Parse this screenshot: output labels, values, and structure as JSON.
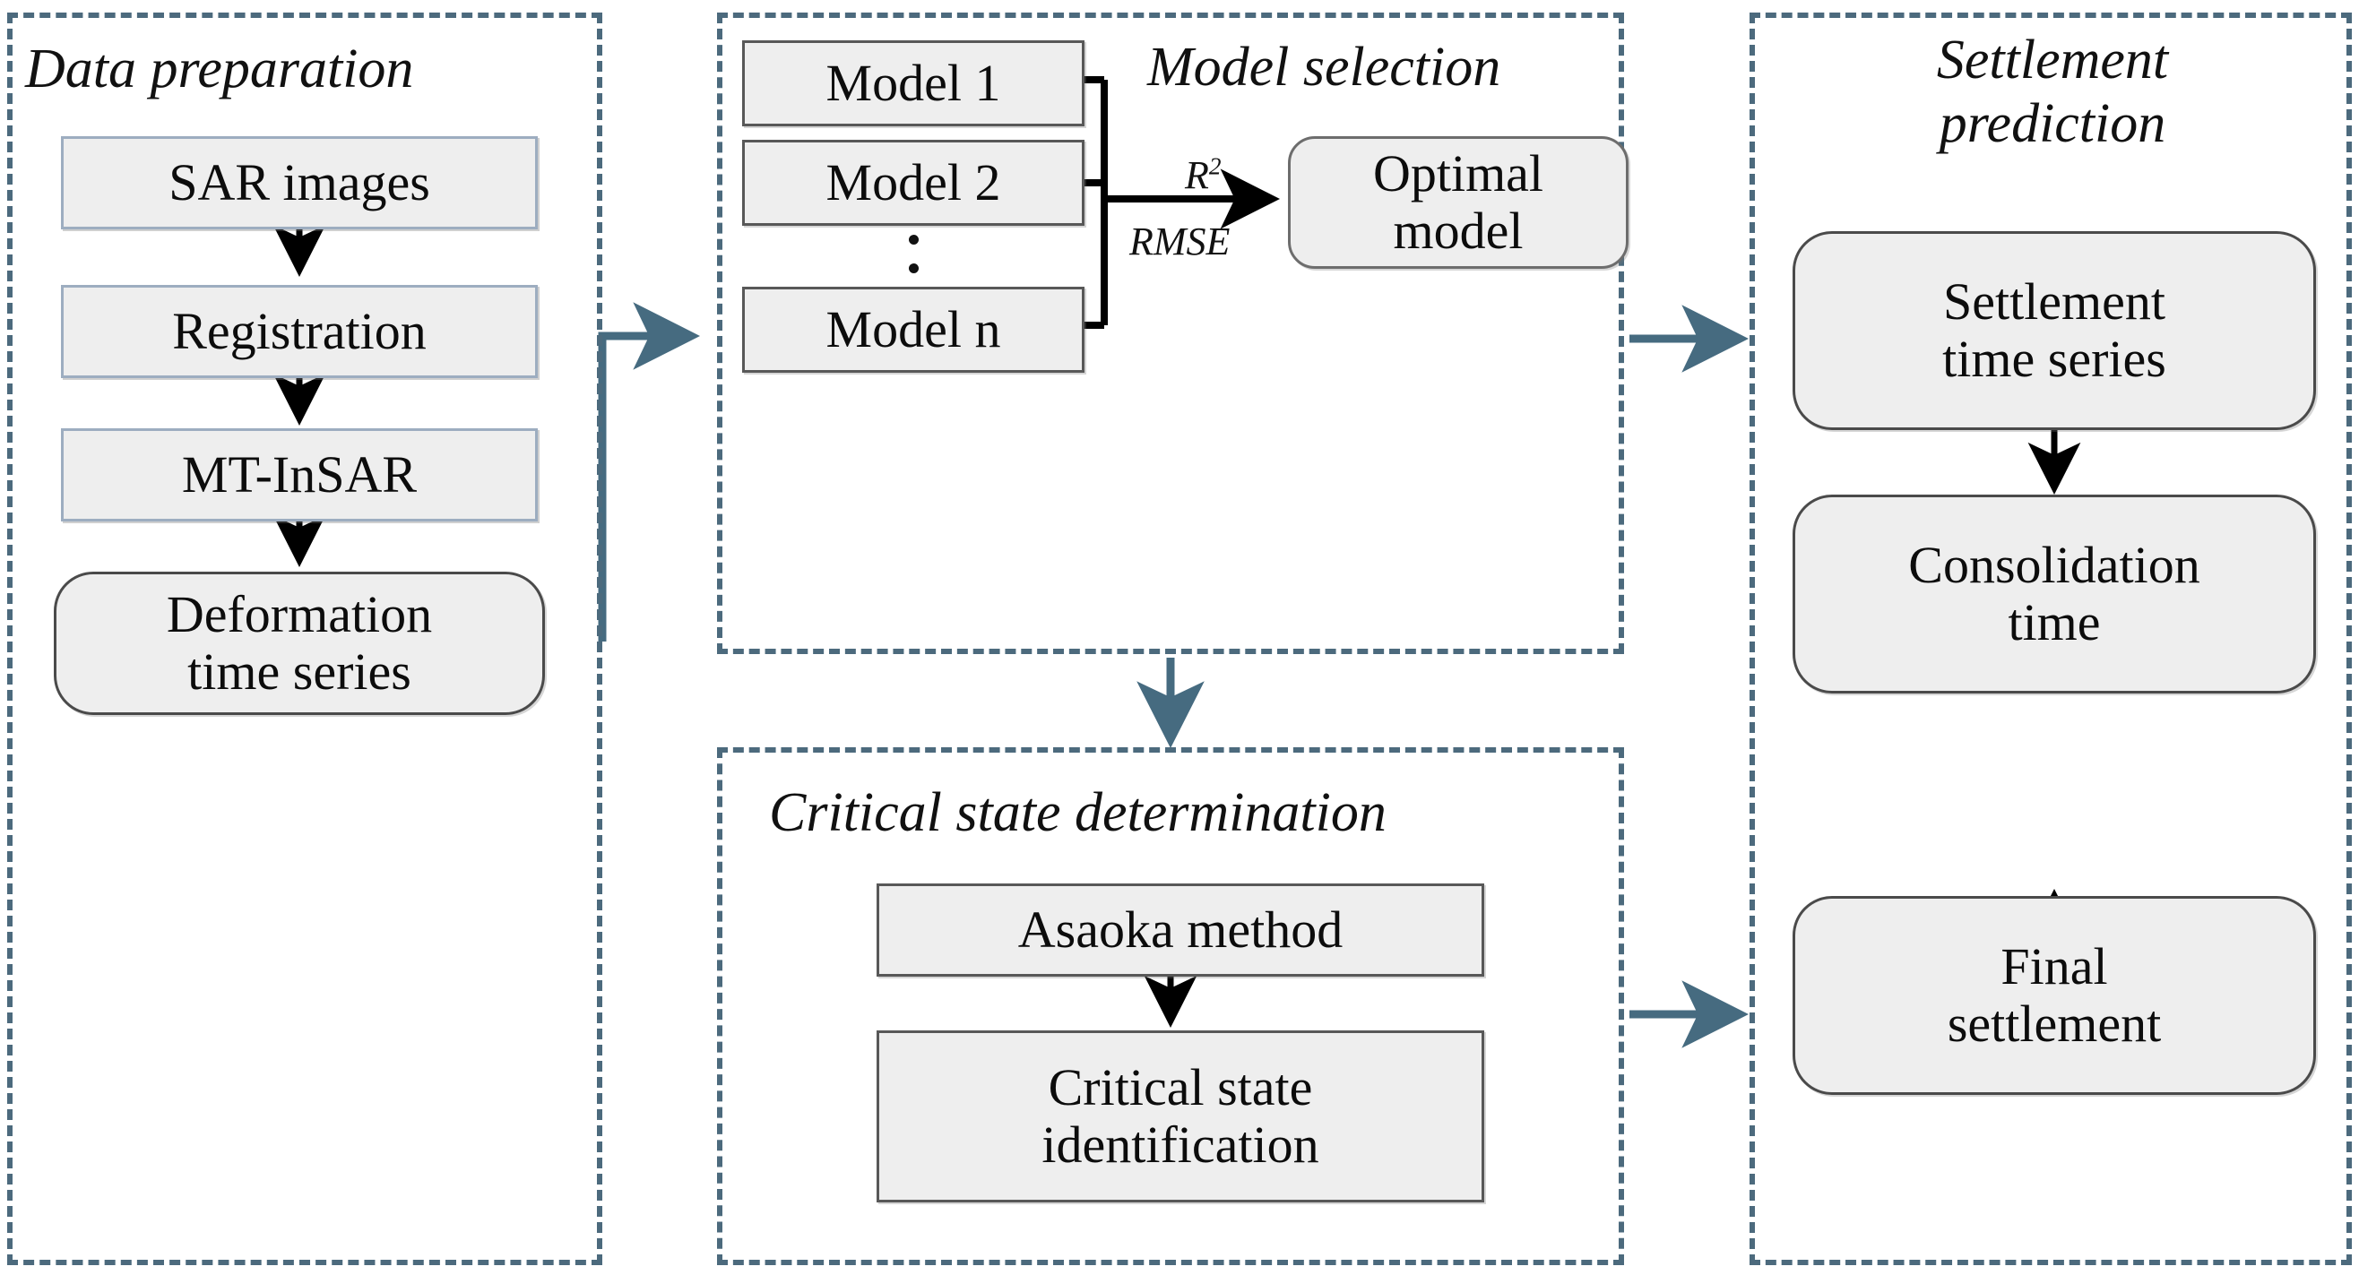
{
  "diagram": {
    "title": "InSAR settlement prediction workflow",
    "colors": {
      "panel_border": "#4c6a7d",
      "connector": "#466b80",
      "node_fill": "#eeeeee",
      "node_border_blue": "#9dadc0",
      "node_border_dark": "#585858",
      "arrow_black": "#000000"
    }
  },
  "panels": {
    "data_preparation": {
      "title": "Data preparation",
      "nodes": {
        "sar_images": "SAR images",
        "registration": "Registration",
        "mt_insar": "MT-InSAR",
        "deformation_time_series": "Deformation\ntime series"
      }
    },
    "model_selection": {
      "title": "Model selection",
      "nodes": {
        "model_1": "Model 1",
        "model_2": "Model 2",
        "model_n": "Model n",
        "optimal_model": "Optimal\nmodel"
      },
      "ellipsis": "⋮",
      "edge_labels": {
        "r_squared": "R",
        "r_squared_sup": "2",
        "rmse": "RMSE"
      }
    },
    "critical_state_determination": {
      "title": "Critical state determination",
      "nodes": {
        "asaoka_method": "Asaoka method",
        "critical_state_identification": "Critical state\nidentification"
      }
    },
    "settlement_prediction": {
      "title": "Settlement\nprediction",
      "nodes": {
        "settlement_time_series": "Settlement\ntime series",
        "consolidation_time": "Consolidation\ntime",
        "final_settlement": "Final\nsettlement"
      }
    }
  }
}
